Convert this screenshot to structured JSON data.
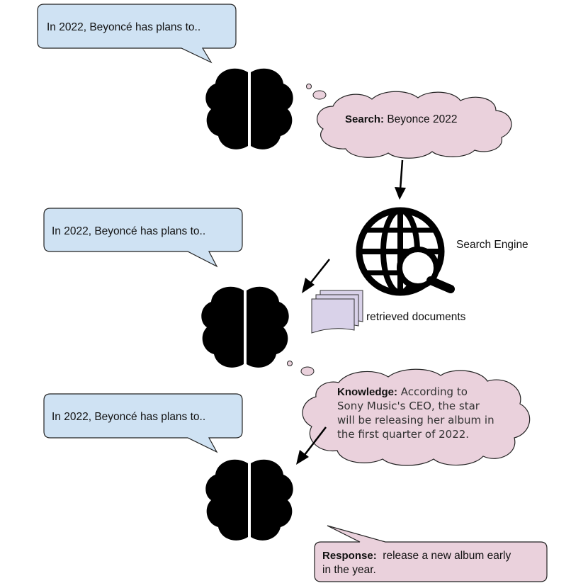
{
  "bubbles": {
    "prompt_1": "In 2022, Beyoncé has plans to..",
    "prompt_2": "In 2022, Beyoncé has plans to..",
    "prompt_3": "In 2022, Beyoncé has plans to.."
  },
  "search_cloud": {
    "label": "Search:",
    "query": " Beyonce 2022"
  },
  "search_engine": {
    "label": "Search Engine"
  },
  "documents": {
    "label": "retrieved documents"
  },
  "knowledge_cloud": {
    "label": "Knowledge:",
    "line_1": " According to",
    "line_2": "Sony Music's CEO, the star",
    "line_3": "will be releasing her album in",
    "line_4": "the first quarter of 2022."
  },
  "response": {
    "label": "Response:",
    "line_1": "  release a new album early",
    "line_2": "in the year."
  },
  "colors": {
    "speech_fill": "#cfe2f3",
    "cloud_fill": "#ead1dc",
    "brain_stroke": "#5f6b7a",
    "document_fill": "#d9d2e9"
  }
}
